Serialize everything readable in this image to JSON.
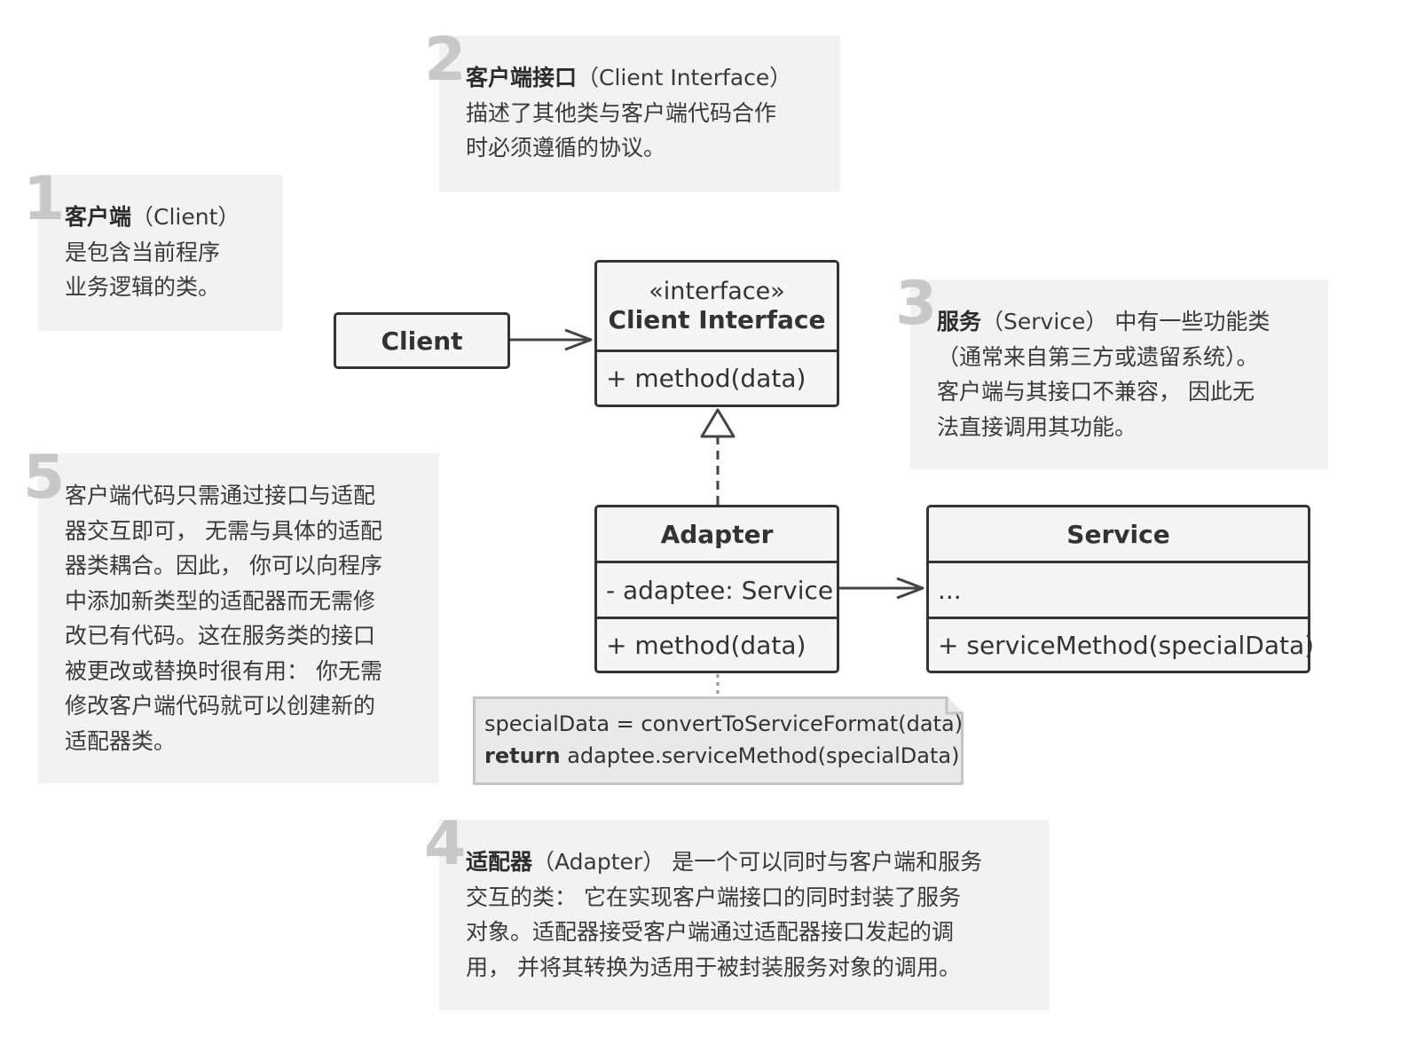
{
  "notes": {
    "n1": {
      "number": "1",
      "title": "客户端",
      "title_en": "（Client）",
      "lines": [
        "是包含当前程序",
        "业务逻辑的类。"
      ]
    },
    "n2": {
      "number": "2",
      "title": "客户端接口",
      "title_en": "（Client Interface）",
      "lines": [
        "描述了其他类与客户端代码合作",
        "时必须遵循的协议。"
      ]
    },
    "n3": {
      "number": "3",
      "title": "服务",
      "title_rest": "（Service） 中有一些功能类",
      "lines": [
        "（通常来自第三方或遗留系统）。",
        "客户端与其接口不兼容， 因此无",
        "法直接调用其功能。"
      ]
    },
    "n4": {
      "number": "4",
      "title": "适配器",
      "title_rest": "（Adapter） 是一个可以同时与客户端和服务",
      "lines": [
        "交互的类： 它在实现客户端接口的同时封装了服务",
        "对象。适配器接受客户端通过适配器接口发起的调",
        "用， 并将其转换为适用于被封装服务对象的调用。"
      ]
    },
    "n5": {
      "number": "5",
      "lines": [
        "客户端代码只需通过接口与适配",
        "器交互即可， 无需与具体的适配",
        "器类耦合。因此， 你可以向程序",
        "中添加新类型的适配器而无需修",
        "改已有代码。这在服务类的接口",
        "被更改或替换时很有用： 你无需",
        "修改客户端代码就可以创建新的",
        "适配器类。"
      ]
    }
  },
  "classes": {
    "client": {
      "name": "Client"
    },
    "client_interface": {
      "stereotype": "«interface»",
      "name": "Client Interface",
      "method": "+ method(data)"
    },
    "adapter": {
      "name": "Adapter",
      "field": "- adaptee: Service",
      "method": "+ method(data)"
    },
    "service": {
      "name": "Service",
      "field": "...",
      "method": "+ serviceMethod(specialData)"
    }
  },
  "code_note": {
    "line1": "specialData = convertToServiceFormat(data)",
    "line2_keyword": "return",
    "line2_rest": " adaptee.serviceMethod(specialData)"
  }
}
